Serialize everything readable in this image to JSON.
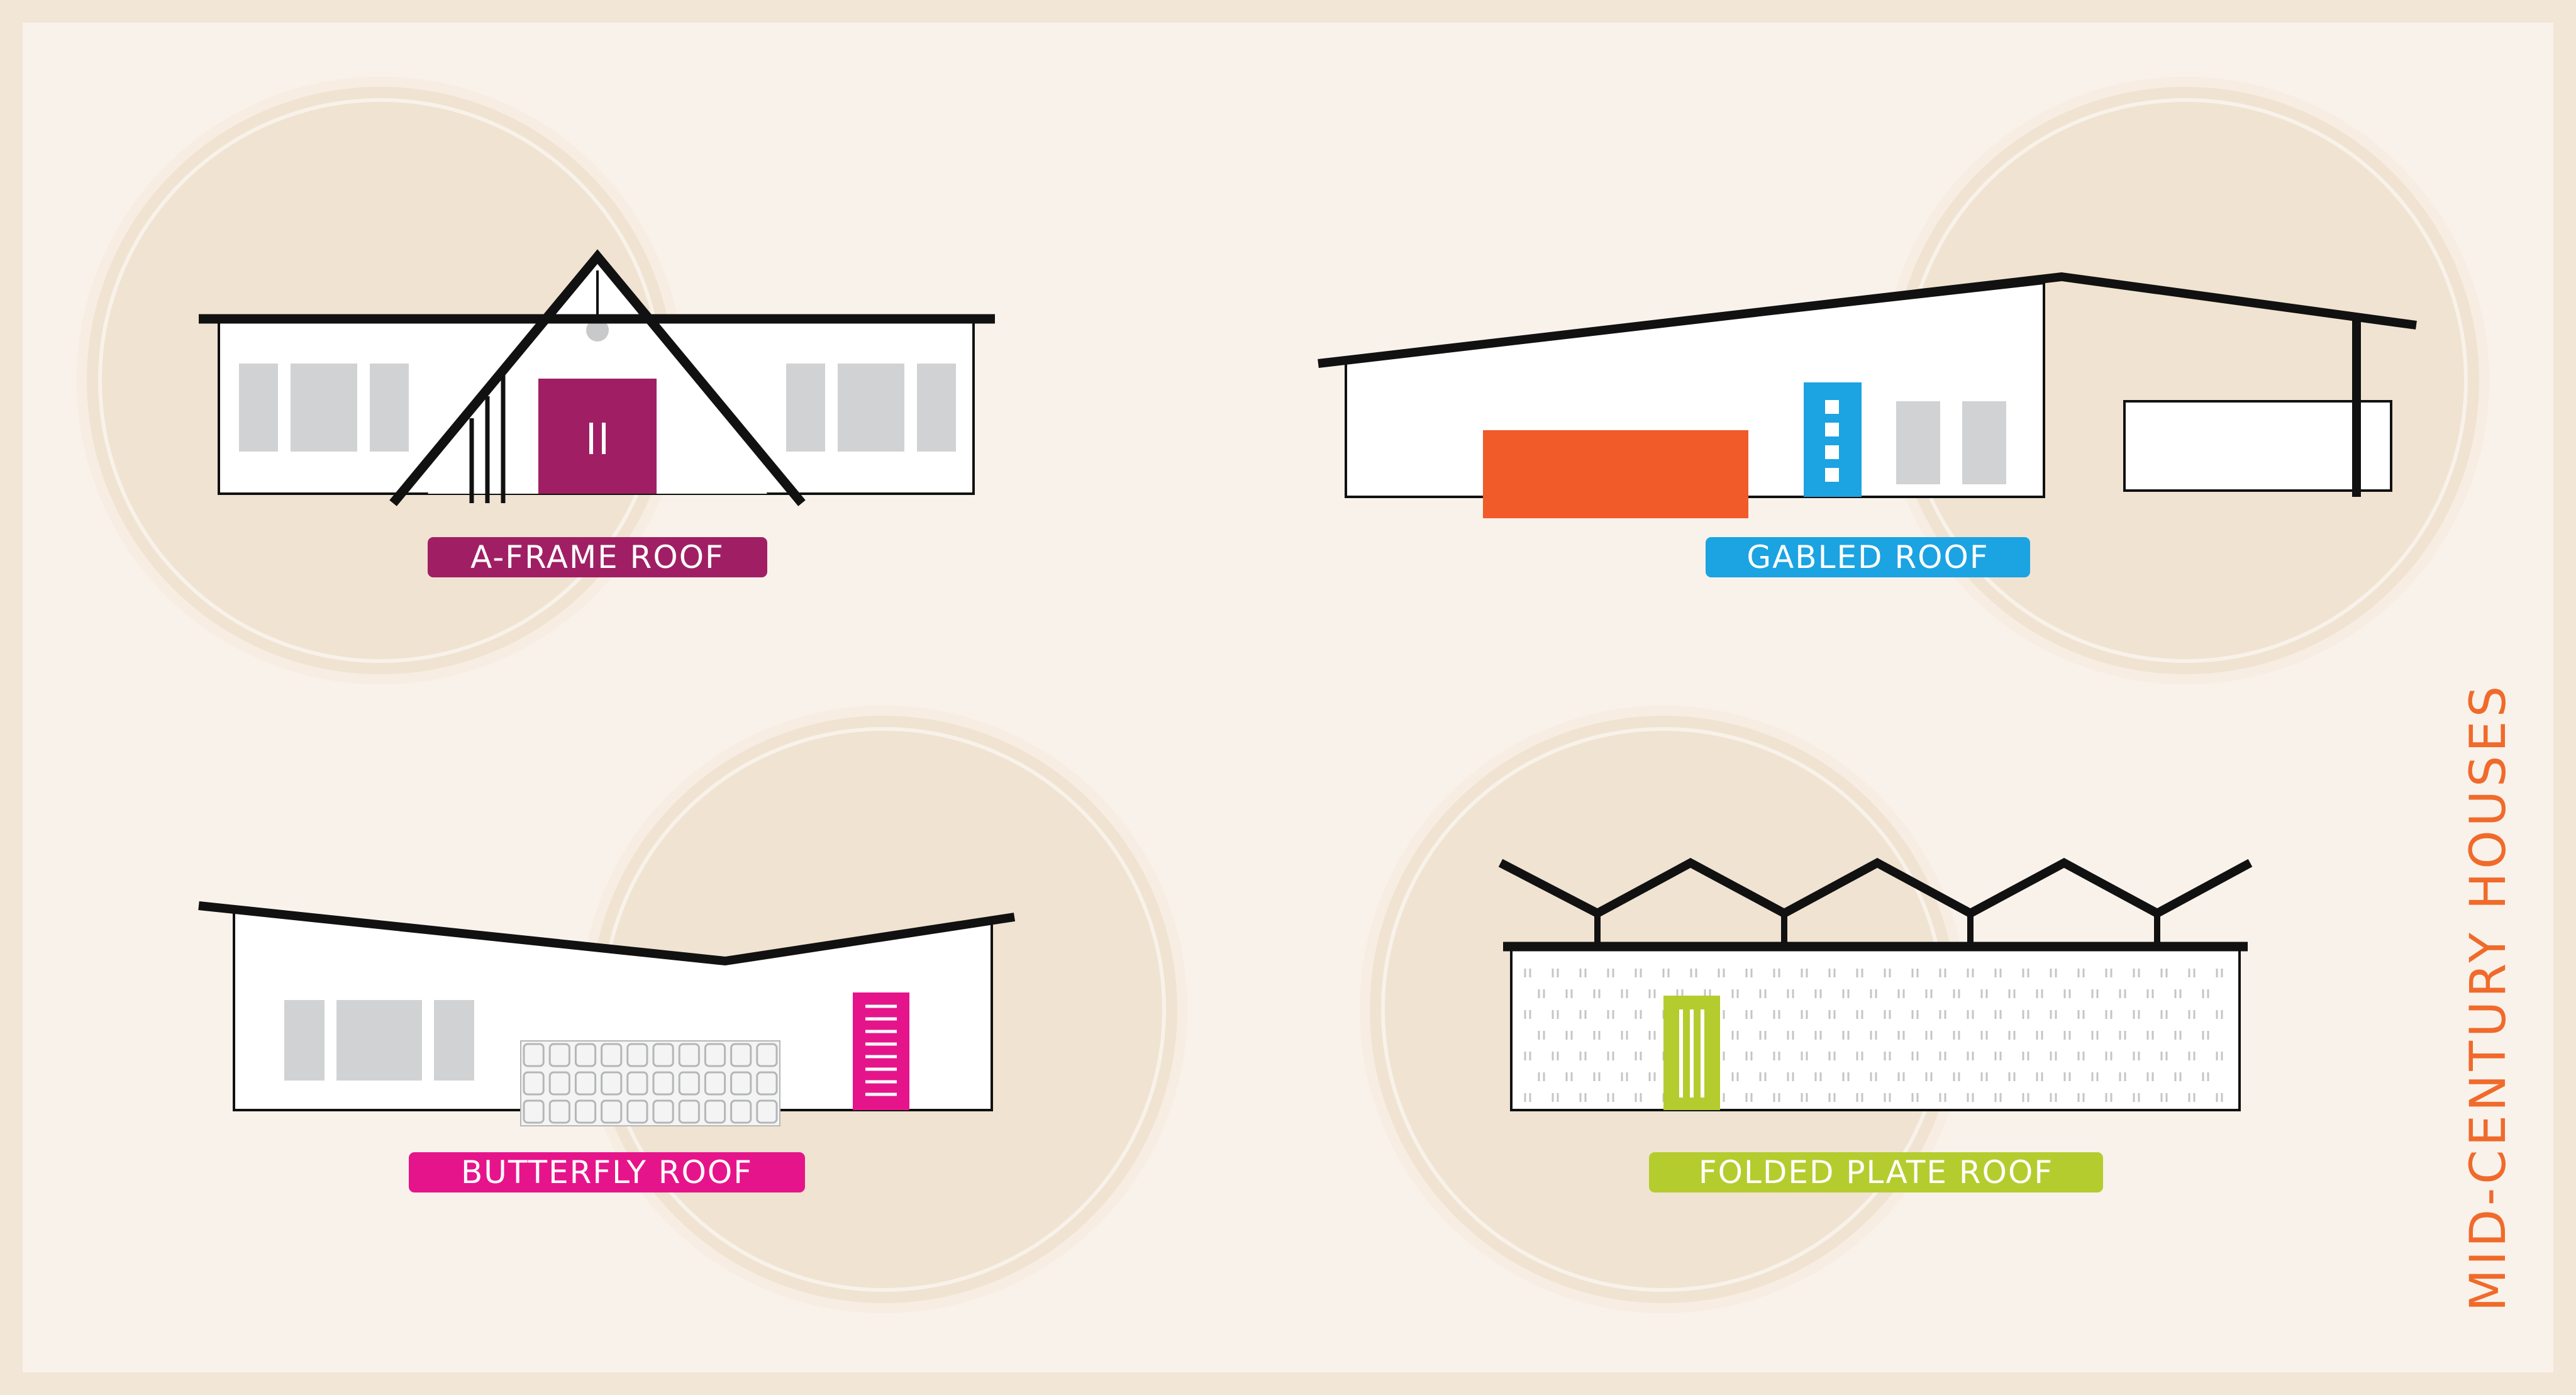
{
  "title": "MID-CENTURY HOUSES",
  "colors": {
    "frame": "#f2e6d6",
    "panel": "#f9f2ea",
    "circle": "#f0e3d1",
    "circle_ring": "#f7ede2",
    "line": "#111111",
    "wall": "#ffffff",
    "window": "#d1d2d3",
    "title": "#f06a2b"
  },
  "houses": [
    {
      "id": "a-frame",
      "label": "A-FRAME ROOF",
      "color": "#a01f64",
      "door_icon": "double-door-icon",
      "lamp_icon": "pendant-lamp-icon"
    },
    {
      "id": "gabled",
      "label": "GABLED ROOF",
      "color": "#1ba3e2",
      "accent": "#f15a29",
      "door_icon": "door-icon",
      "garage_icon": "garage-door-icon",
      "carport_icon": "carport-icon"
    },
    {
      "id": "butterfly",
      "label": "BUTTERFLY ROOF",
      "color": "#e6148b",
      "door_icon": "door-icon",
      "breeze_block_icon": "breeze-block-wall-icon"
    },
    {
      "id": "folded-plate",
      "label": "FOLDED PLATE ROOF",
      "color": "#b5cc2e",
      "door_icon": "door-icon",
      "pattern_icon": "tile-pattern-icon"
    }
  ]
}
